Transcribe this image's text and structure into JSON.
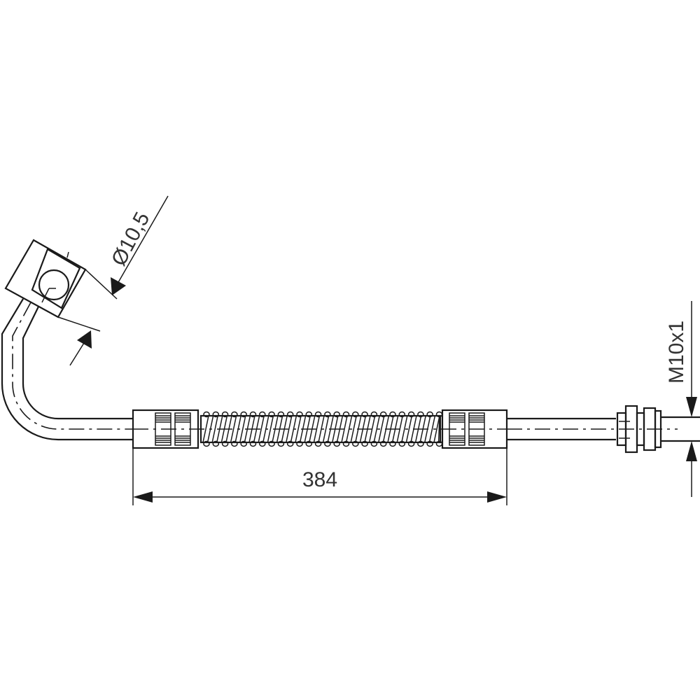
{
  "drawing": {
    "length_label": "384",
    "bore_label": "Ø10,5",
    "thread_label": "M10x1"
  },
  "colors": {
    "line": "#1a1a1a",
    "text": "#333333",
    "background": "#ffffff"
  }
}
